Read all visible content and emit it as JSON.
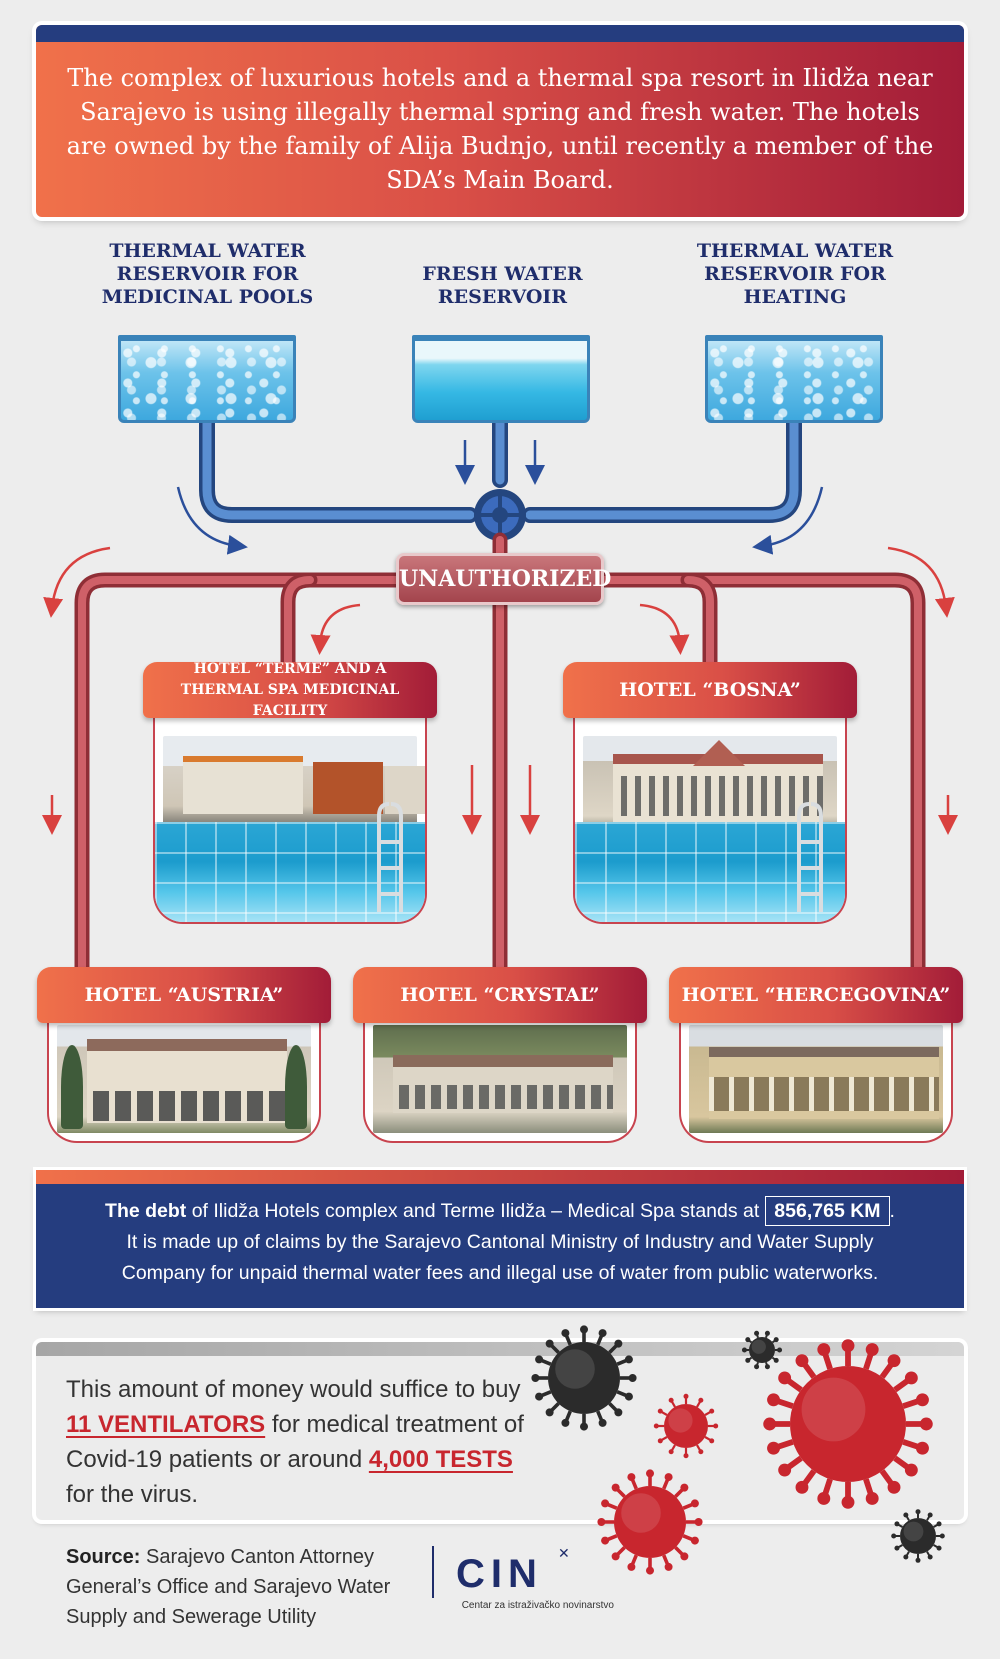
{
  "header": {
    "text": "The complex of luxurious hotels and a thermal spa resort in Ilidža near Sarajevo is using illegally thermal spring and fresh water. The hotels are owned by the family of Alija Budnjo, until recently a member of the SDA’s Main Board."
  },
  "reservoirs": [
    {
      "label": "THERMAL WATER RESERVOIR FOR MEDICINAL POOLS"
    },
    {
      "label": "FRESH WATER RESERVOIR"
    },
    {
      "label": "THERMAL WATER RESERVOIR FOR HEATING"
    }
  ],
  "unauthorized_label": "UNAUTHORIZED",
  "hotels": {
    "terme": "HOTEL “TERME” AND A THERMAL SPA MEDICINAL FACILITY",
    "bosna": "HOTEL “BOSNA”",
    "austria": "HOTEL “AUSTRIA”",
    "crystal": "HOTEL “CRYSTAL”",
    "hercegovina": "HOTEL “HERCEGOVINA”"
  },
  "debt": {
    "lead": "The debt",
    "line1_rest": " of Ilidža Hotels complex and Terme Ilidža – Medical Spa stands at",
    "amount": "856,765 KM",
    "dot": ".",
    "line2": "It is made up of claims by the Sarajevo Cantonal Ministry of Industry and Water Supply",
    "line3": "Company for unpaid thermal water fees and illegal use of water from public waterworks."
  },
  "ventilators": {
    "part1": "This amount of money would suffice to buy ",
    "highlight1": "11 VENTILATORS",
    "part2": " for medical treatment of Covid-19 patients or around ",
    "highlight2": "4,000 TESTS",
    "part3": " for the virus."
  },
  "source": {
    "label": "Source:",
    "text": "Sarajevo Canton Attorney General’s Office and Sarajevo Water Supply and Sewerage Utility"
  },
  "logo": {
    "name": "CIN",
    "subtitle": "Centar za istraživačko novinarstvo"
  },
  "colors": {
    "navy": "#253d7f",
    "orange": "#f0714a",
    "crimson": "#a21c38",
    "pipe_blue": "#3565ad",
    "pipe_red": "#c2545c",
    "virus_red": "#c8262e"
  }
}
